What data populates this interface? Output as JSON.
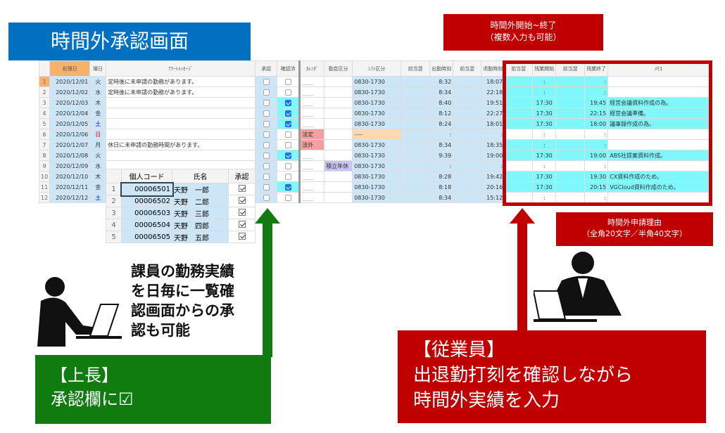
{
  "title": "時間外承認画面",
  "callout_top": {
    "line1": "時間外開始~終了",
    "line2": "（複数入力も可能）"
  },
  "reason_label": {
    "line1": "時間外申請理由",
    "line2": "（全角20文字／半角40文字）"
  },
  "headers": [
    "処理日",
    "曜日",
    "ｱﾗｰﾄﾒｯｾｰｼﾞ",
    "承認",
    "確認済",
    "ｶﾚﾝﾀﾞ",
    "勤怠区分",
    "ｼﾌﾄ区分",
    "前当翌",
    "出勤時刻",
    "前当翌",
    "退勤時刻",
    "前当翌",
    "残業開始",
    "前当翌",
    "残業終了",
    "ﾒﾓ1"
  ],
  "rows": [
    {
      "no": "1",
      "date": "2020/12/01",
      "dow": "火",
      "msg": "定時後に未申請の勤務があります。",
      "conf": false,
      "cal": "____",
      "kbn": "",
      "shift": "0830-1730",
      "in": "8:32",
      "out": "18:07",
      "os": ":",
      "oe": ":",
      "memo": "",
      "cy": true
    },
    {
      "no": "2",
      "date": "2020/12/02",
      "dow": "水",
      "msg": "定時後に未申請の勤務があります。",
      "conf": false,
      "cal": "____",
      "kbn": "",
      "shift": "0830-1730",
      "in": "8:34",
      "out": "22:18",
      "os": ":",
      "oe": ":",
      "memo": "",
      "cy": true
    },
    {
      "no": "3",
      "date": "2020/12/03",
      "dow": "木",
      "msg": "",
      "conf": true,
      "cal": "____",
      "kbn": "",
      "shift": "0830-1730",
      "in": "8:40",
      "out": "19:51",
      "os": "17:30",
      "oe": "19:45",
      "memo": "経営会議資料作成の為。",
      "cy": true
    },
    {
      "no": "4",
      "date": "2020/12/04",
      "dow": "金",
      "msg": "",
      "conf": true,
      "cal": "____",
      "kbn": "",
      "shift": "0830-1730",
      "in": "8:12",
      "out": "22:27",
      "os": "17:30",
      "oe": "22:15",
      "memo": "経営会議準備。",
      "cy": true
    },
    {
      "no": "5",
      "date": "2020/12/05",
      "dow": "土",
      "msg": "",
      "conf": true,
      "cal": "____",
      "kbn": "",
      "shift": "0830-1730",
      "in": "8:24",
      "out": "18:01",
      "os": "17:30",
      "oe": "18:00",
      "memo": "議事録作成の為。",
      "cy": true
    },
    {
      "no": "6",
      "date": "2020/12/06",
      "dow": "日",
      "msg": "",
      "conf": false,
      "cal": "法定",
      "kbn": "",
      "shift": "----",
      "in": ":",
      "out": ":",
      "os": ":",
      "oe": ":",
      "memo": "",
      "cy": false
    },
    {
      "no": "7",
      "date": "2020/12/07",
      "dow": "月",
      "msg": "休日に未申請の勤務時間があります。",
      "conf": false,
      "cal": "法外",
      "kbn": "",
      "shift": "0830-1730",
      "in": "8:34",
      "out": "18:35",
      "os": ":",
      "oe": ":",
      "memo": "",
      "cy": true
    },
    {
      "no": "8",
      "date": "2020/12/08",
      "dow": "火",
      "msg": "",
      "conf": true,
      "cal": "____",
      "kbn": "",
      "shift": "0830-1730",
      "in": "9:39",
      "out": "19:00",
      "os": "17:30",
      "oe": "19:00",
      "memo": "ABS社提案資料作成。",
      "cy": true
    },
    {
      "no": "9",
      "date": "2020/12/09",
      "dow": "水",
      "msg": "",
      "conf": false,
      "cal": "____",
      "kbn": "積立年休",
      "shift": "0830-1730",
      "in": ":",
      "out": ":",
      "os": ":",
      "oe": ":",
      "memo": "",
      "cy": false
    },
    {
      "no": "10",
      "date": "2020/12/10",
      "dow": "木",
      "msg": "",
      "conf": false,
      "cal": "____",
      "kbn": "",
      "shift": "0830-1730",
      "in": "8:28",
      "out": "19:42",
      "os": "17:30",
      "oe": "19:30",
      "memo": "CX資料作成のため。",
      "cy": true
    },
    {
      "no": "11",
      "date": "2020/12/11",
      "dow": "金",
      "msg": "",
      "conf": true,
      "cal": "____",
      "kbn": "",
      "shift": "0830-1730",
      "in": "8:18",
      "out": "20:16",
      "os": "17:30",
      "oe": "20:15",
      "memo": "VGCloud資料作成のため。",
      "cy": true
    },
    {
      "no": "12",
      "date": "2020/12/12",
      "dow": "土",
      "msg": "",
      "conf": false,
      "cal": "____",
      "kbn": "",
      "shift": "0830-1730",
      "in": "8:34",
      "out": "15:12",
      "os": ":",
      "oe": ":",
      "memo": "",
      "cy": false
    }
  ],
  "sub": {
    "headers": [
      "個人コード",
      "氏名",
      "承認"
    ],
    "rows": [
      {
        "no": "1",
        "code": "00006501",
        "name": "天野　一郎"
      },
      {
        "no": "2",
        "code": "00006502",
        "name": "天野　二郎"
      },
      {
        "no": "3",
        "code": "00006503",
        "name": "天野　三郎"
      },
      {
        "no": "4",
        "code": "00006504",
        "name": "天野　四郎"
      },
      {
        "no": "5",
        "code": "00006505",
        "name": "天野　五郎"
      }
    ]
  },
  "boss_text": [
    "課員の勤務実績",
    "を日毎に一覧確",
    "認画面からの承",
    "認も可能"
  ],
  "boss_box": {
    "line1": "【上長】",
    "line2": "承認欄に☑"
  },
  "emp_box": {
    "line1": "【従業員】",
    "line2": "出退勤打刻を確認しながら",
    "line3": "時間外実績を入力"
  },
  "colors": {
    "blue": "#0070c0",
    "red": "#c00000",
    "green": "#107c10",
    "cyan": "#7ff7fb"
  }
}
